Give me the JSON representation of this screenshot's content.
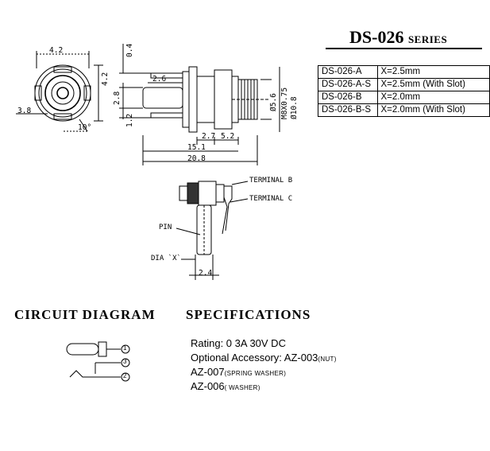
{
  "series": {
    "part": "DS-026",
    "suffix": "SERIES"
  },
  "variants": [
    {
      "code": "DS-026-A",
      "spec": "X=2.5mm"
    },
    {
      "code": "DS-026-A-S",
      "spec": "X=2.5mm (With Slot)"
    },
    {
      "code": "DS-026-B",
      "spec": "X=2.0mm"
    },
    {
      "code": "DS-026-B-S",
      "spec": "X=2.0mm (With Slot)"
    }
  ],
  "dimensions": {
    "front_width": "4.2",
    "front_height": "4.2",
    "front_offset": "3.8",
    "front_angle": "10°",
    "top_pin": "0.4",
    "pin_width": "2.6",
    "pin_height": "2.8",
    "pin_offset": "1.2",
    "dia_inner": "Ø5.6",
    "thread": "M8X0.75",
    "dia_outer": "Ø10.8",
    "seg_a": "2.7",
    "seg_b": "5.2",
    "body_len": "15.1",
    "total_len": "20.8",
    "pin_dia": "2.4"
  },
  "side_labels": {
    "terminal_b": "TERMINAL B",
    "terminal_c": "TERMINAL C",
    "pin": "PIN",
    "dia_x": "DIA `X`"
  },
  "circuit": {
    "heading": "CIRCUIT  DIAGRAM",
    "nodes": [
      "1",
      "3",
      "2"
    ]
  },
  "specifications": {
    "heading": "SPECIFICATIONS",
    "lines": [
      {
        "text": "Rating: 0 3A 30V DC",
        "note": ""
      },
      {
        "text": "Optional Accessory: AZ-003",
        "note": "(NUT)"
      },
      {
        "text": "AZ-007",
        "note": "(SPRING WASHER)"
      },
      {
        "text": "AZ-006",
        "note": "( WASHER)"
      }
    ]
  }
}
